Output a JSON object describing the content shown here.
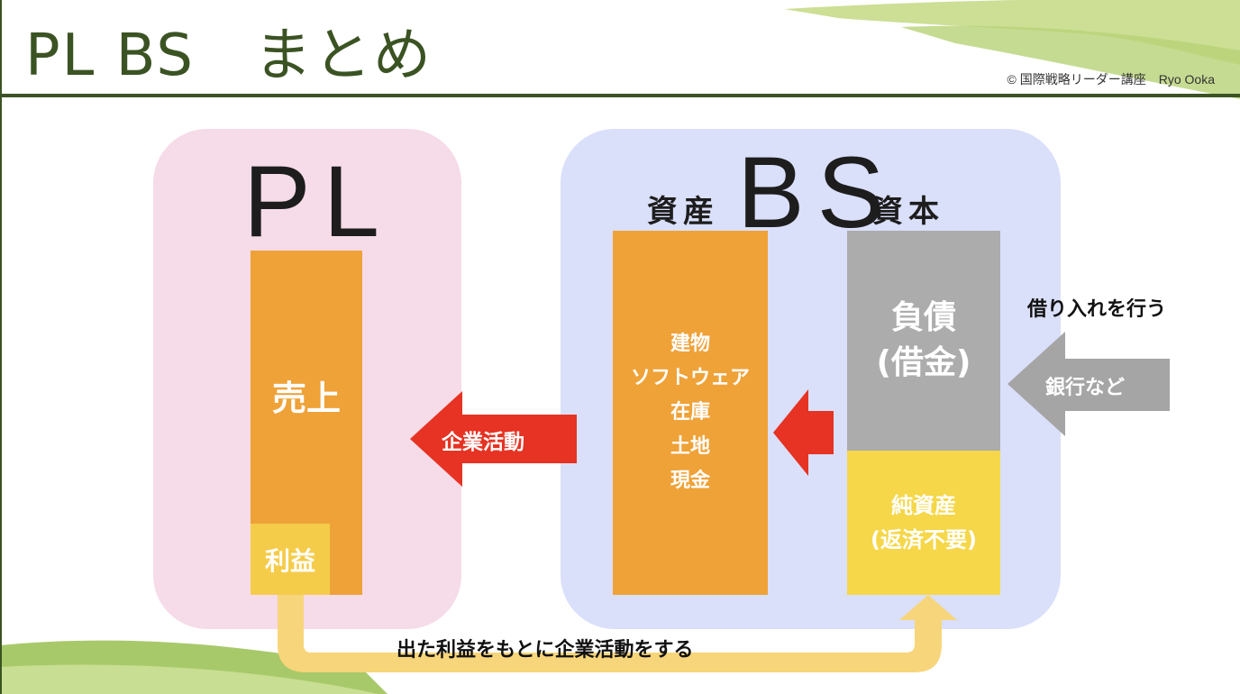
{
  "header": {
    "title": "PL BS　まとめ",
    "copyright": "© 国際戦略リーダー講座　Ryo Ooka"
  },
  "pl": {
    "heading": "PL",
    "sales": "売上",
    "profit": "利益"
  },
  "bs": {
    "heading": "BS",
    "asset_label": "資産",
    "capital_label": "資本",
    "assets": [
      "建物",
      "ソフトウェア",
      "在庫",
      "土地",
      "現金"
    ],
    "liability": [
      "負債",
      "(借金)"
    ],
    "equity": [
      "純資産",
      "(返済不要)"
    ]
  },
  "arrows": {
    "business_activity": "企業活動",
    "bank": "銀行など",
    "borrowing": "借り入れを行う",
    "reinvest": "出た利益をもとに企業活動をする"
  },
  "colors": {
    "header_green": "#3b5323",
    "pl_panel": "#f6dbe8",
    "bs_panel": "#dadffa",
    "orange": "#efa238",
    "yellow": "#f5d749",
    "gray": "#acacac",
    "red_arrow": "#e63323",
    "flow_arrow": "#f7d57a"
  }
}
